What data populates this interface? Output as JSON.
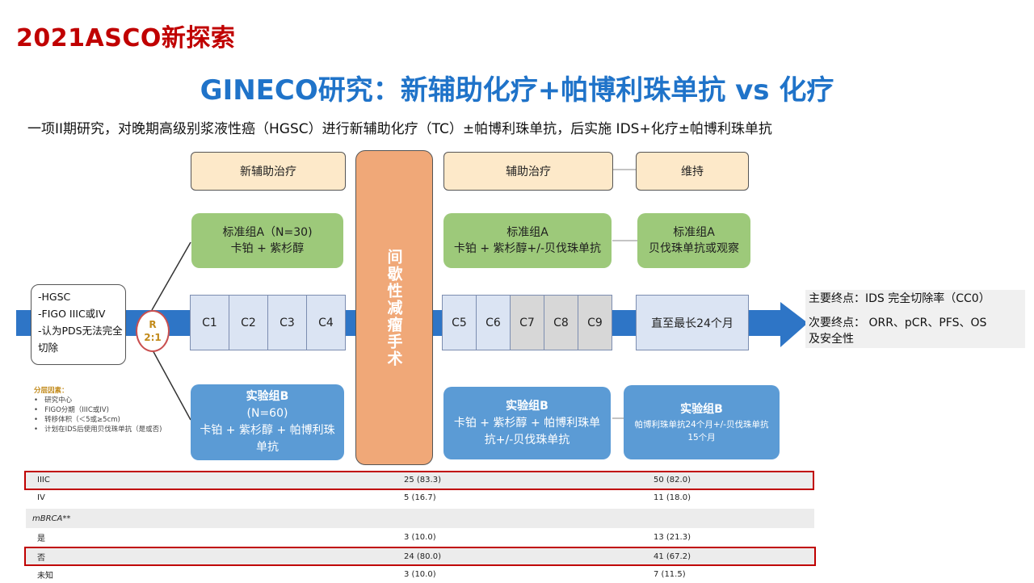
{
  "header": {
    "top_title": "2021ASCO新探索",
    "main_title": "GINECO研究：新辅助化疗+帕博利珠单抗 vs 化疗",
    "subtitle": "一项II期研究，对晚期高级别浆液性癌（HGSC）进行新辅助化疗（TC）±帕博利珠单抗，后实施 IDS+化疗±帕博利珠单抗"
  },
  "diagram": {
    "phase_headers": [
      "新辅助治疗",
      "辅助治疗",
      "维持"
    ],
    "surgery": "间歇性减瘤手术",
    "eligibility": [
      "-HGSC",
      "-FIGO IIIC或IV",
      "-认为PDS无法完全",
      " 切除"
    ],
    "randomization": {
      "r": "R",
      "ratio": "2:1"
    },
    "arm_a_neo": {
      "line1": "标准组A（N=30)",
      "line2": "卡铂 + 紫杉醇"
    },
    "arm_a_adj": {
      "line1": "标准组A",
      "line2": "卡铂 + 紫杉醇+/-贝伐珠单抗"
    },
    "arm_a_maint": {
      "line1": "标准组A",
      "line2": "贝伐珠单抗或观察"
    },
    "arm_b_neo": {
      "line1": "实验组B",
      "line2": "(N=60)",
      "line3": "卡铂 + 紫杉醇 + 帕博利珠",
      "line4": "单抗"
    },
    "arm_b_adj": {
      "line1": "实验组B",
      "line2": "卡铂 + 紫杉醇 + 帕博利珠单",
      "line3": "抗+/-贝伐珠单抗"
    },
    "arm_b_maint": {
      "line1": "实验组B",
      "line2": "帕博利珠单抗24个月+/-贝伐珠单抗",
      "line3": "15个月"
    },
    "cycles_neo": [
      "C1",
      "C2",
      "C3",
      "C4"
    ],
    "cycles_adj": [
      "C5",
      "C6",
      "C7",
      "C8",
      "C9"
    ],
    "maint_duration": "直至最长24个月",
    "stratification": {
      "title": "分层因素：",
      "items": [
        "研究中心",
        "FIGO分期（IIIC或IV)",
        "转移体积（＜5或≥5cm)",
        "计划在IDS后使用贝伐珠单抗（是或否)"
      ]
    },
    "endpoints": {
      "primary": "主要终点：IDS 完全切除率（CC0）",
      "secondary_1": "次要终点： ORR、pCR、PFS、OS",
      "secondary_2": "及安全性"
    }
  },
  "table": {
    "rows": [
      {
        "label": "IIIC",
        "a": "25 (83.3)",
        "b": "50 (82.0)"
      },
      {
        "label": "IV",
        "a": "5 (16.7)",
        "b": "11 (18.0)"
      },
      {
        "label": "mBRCA**",
        "a": "",
        "b": ""
      },
      {
        "label": "是",
        "a": "3 (10.0)",
        "b": "13 (21.3)"
      },
      {
        "label": "否",
        "a": "24 (80.0)",
        "b": "41 (67.2)"
      },
      {
        "label": "未知",
        "a": "3 (10.0)",
        "b": "7 (11.5)"
      }
    ]
  },
  "colors": {
    "title_red": "#c00000",
    "title_blue": "#1f73c9",
    "arrow_blue": "#2e75c6",
    "arm_green": "#9dc97a",
    "arm_blue": "#5b9bd5",
    "surgery_orange": "#f0a878"
  }
}
